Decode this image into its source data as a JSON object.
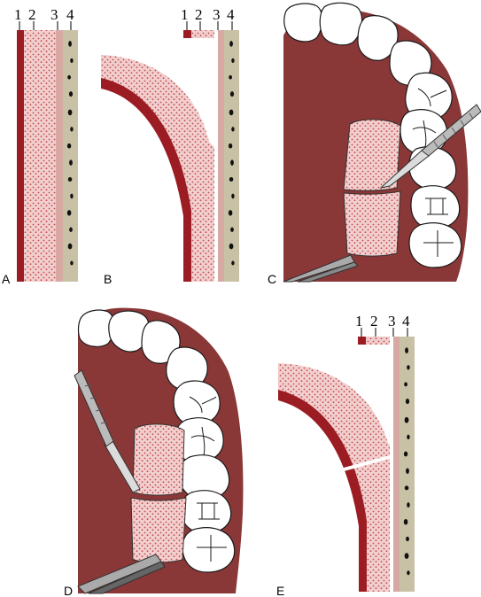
{
  "panels": [
    {
      "id": "A",
      "label": "A"
    },
    {
      "id": "B",
      "label": "B"
    },
    {
      "id": "C",
      "label": "C"
    },
    {
      "id": "D",
      "label": "D"
    },
    {
      "id": "E",
      "label": "E"
    }
  ],
  "layer_labels": [
    "1",
    "2",
    "3",
    "4"
  ],
  "colors": {
    "mucosa": "#9b1c22",
    "tissue": "#e8b4b4",
    "tissue_dots": "#c34a4a",
    "periosteum": "#d7a9a3",
    "bone": "#c9c1a5",
    "bone_spots": "#111111",
    "palate": "#8a3737"
  }
}
